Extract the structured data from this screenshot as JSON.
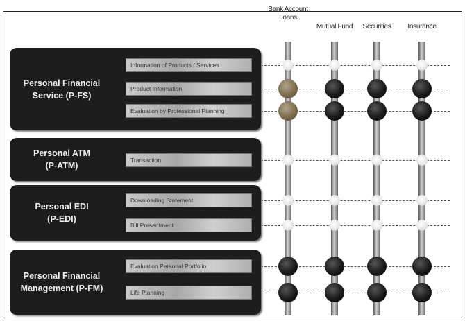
{
  "columns": [
    {
      "id": "loans",
      "label": "Bank Account\nLoans"
    },
    {
      "id": "mutual_fund",
      "label": "Mutual Fund"
    },
    {
      "id": "securities",
      "label": "Securities"
    },
    {
      "id": "insurance",
      "label": "Insurance"
    }
  ],
  "services": [
    {
      "id": "pfs",
      "title": "Personal Financial\nService (P-FS)",
      "functions": [
        {
          "label": "Information of Products / Services",
          "status": [
            "light",
            "light",
            "light",
            "light"
          ]
        },
        {
          "label": "Product Information",
          "status": [
            "brown",
            "dark",
            "dark",
            "dark"
          ]
        },
        {
          "label": "Evaluation by Professional Planning",
          "status": [
            "brown",
            "dark",
            "dark",
            "dark"
          ]
        }
      ]
    },
    {
      "id": "patm",
      "title": "Personal ATM\n(P-ATM)",
      "functions": [
        {
          "label": "Transaction",
          "status": [
            "light",
            "light",
            "light",
            "light"
          ]
        }
      ]
    },
    {
      "id": "pedi",
      "title": "Personal EDI\n(P-EDI)",
      "functions": [
        {
          "label": "Downloading Statement",
          "status": [
            "light",
            "light",
            "light",
            "light"
          ]
        },
        {
          "label": "Bill Presentment",
          "status": [
            "light",
            "light",
            "light",
            "light"
          ]
        }
      ]
    },
    {
      "id": "pfm",
      "title": "Personal Financial\nManagement (P-FM)",
      "functions": [
        {
          "label": "Evaluation Personal Portfolio",
          "status": [
            "dark",
            "dark",
            "dark",
            "dark"
          ]
        },
        {
          "label": "Life Planning",
          "status": [
            "dark",
            "dark",
            "dark",
            "dark"
          ]
        }
      ]
    }
  ]
}
